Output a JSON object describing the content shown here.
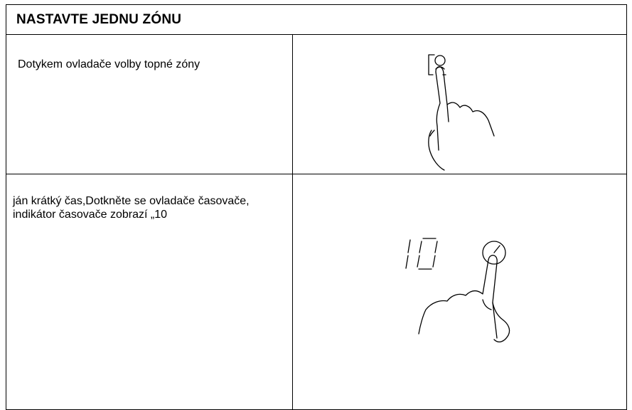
{
  "section": {
    "title": "NASTAVTE JEDNU ZÓNU"
  },
  "rows": [
    {
      "text": "Dotykem ovladače volby topné zóny",
      "illustration": "finger-touching-zone-selector-icon"
    },
    {
      "text": "ján krátký čas,Dotkněte se ovladače časovače, indikátor časovače zobrazí „10",
      "illustration": "finger-touching-timer-icon",
      "display_digits": "10"
    }
  ]
}
